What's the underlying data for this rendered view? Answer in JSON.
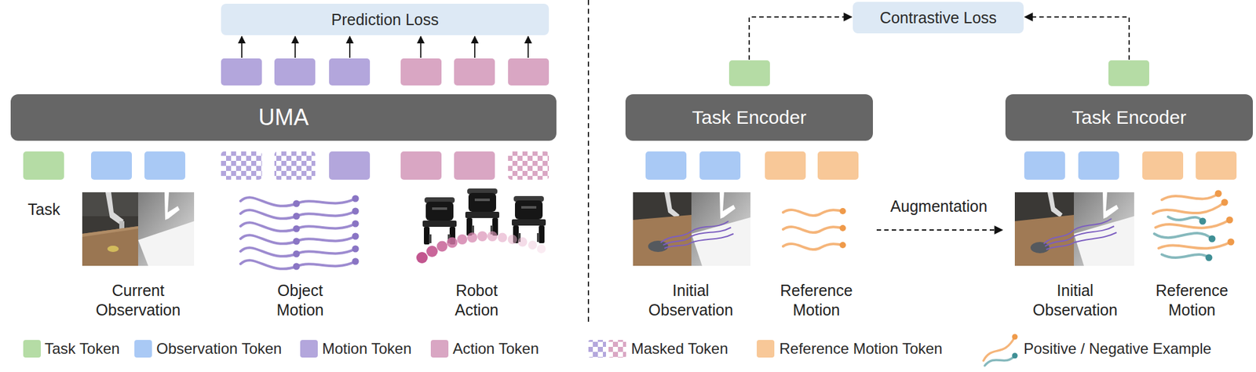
{
  "diagram": {
    "nodes": [
      {
        "text": [
          "Prediction Loss"
        ]
      },
      {
        "text": [
          "Contrastive Loss"
        ]
      },
      {
        "text": [
          "UMA"
        ]
      },
      {
        "text": [
          "Task Encoder"
        ]
      },
      {
        "text": [
          "Task Encoder"
        ]
      }
    ],
    "labels": [
      "Task",
      "Current Observation",
      "Object Motion",
      "Robot Action",
      "Initial Observation",
      "Reference Motion",
      "Augmentation",
      "Initial Observation",
      "Reference Motion"
    ],
    "legend": [
      {
        "text": "Task Token",
        "color": "#b5dca5"
      },
      {
        "text": "Observation Token",
        "color": "#a9c9f5"
      },
      {
        "text": "Motion Token",
        "color": "#b3a6dc"
      },
      {
        "text": "Action Token",
        "color": "#d9a6c3"
      },
      {
        "text": "Masked Token"
      },
      {
        "text": "Reference Motion Token",
        "color": "#f8c898"
      },
      {
        "text": "Positive / Negative Example"
      }
    ]
  }
}
